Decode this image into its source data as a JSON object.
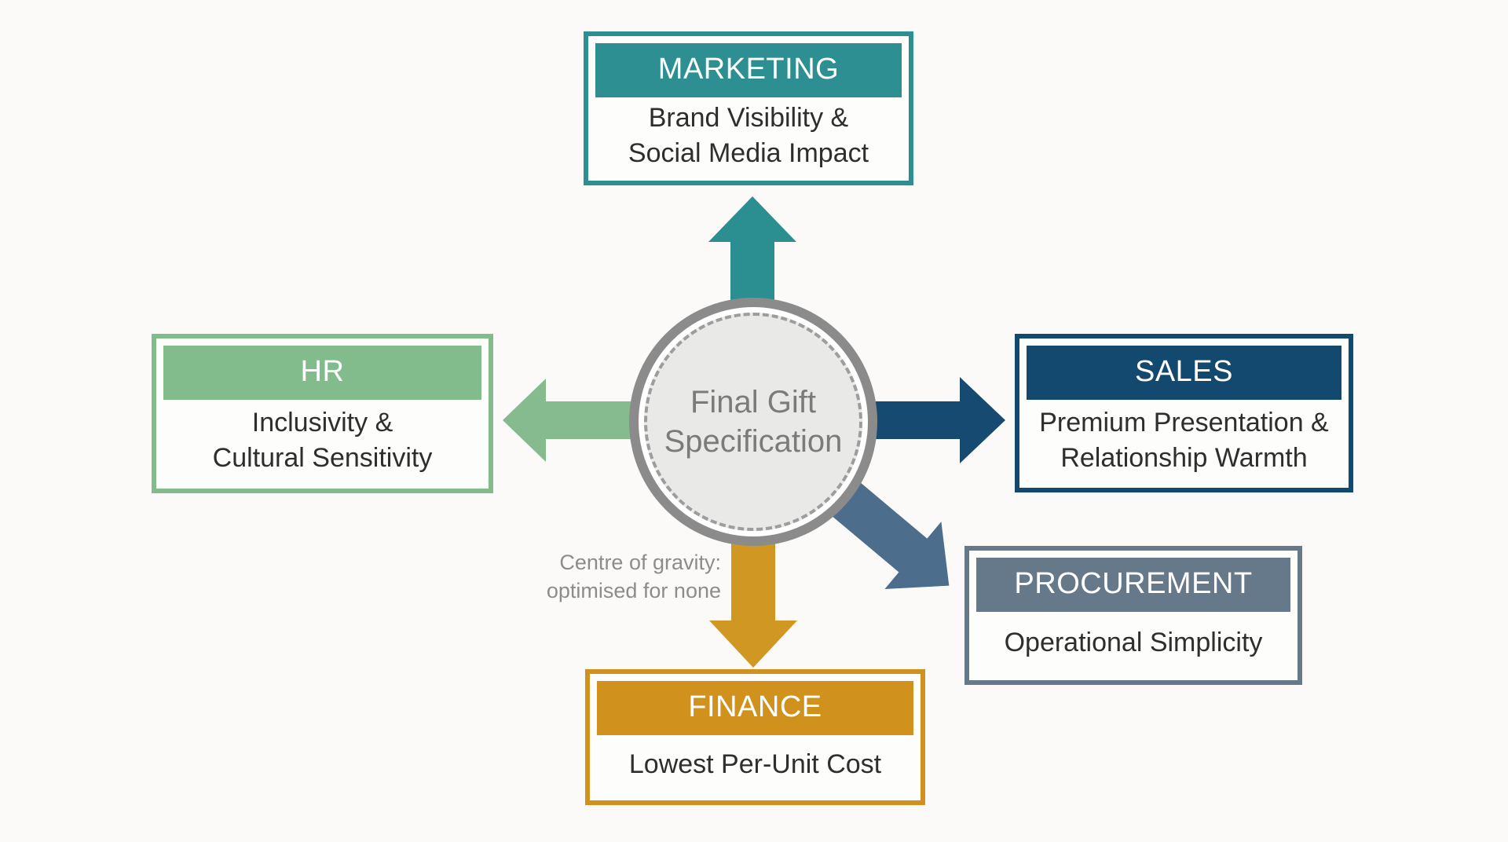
{
  "page": {
    "background_color": "#fbfaf8"
  },
  "diagram": {
    "center_circle": {
      "text": "Final Gift\nSpecification",
      "ring_color": "#8b8b8b",
      "fill_color": "#e9e9e8",
      "text_color": "#7b7b7b"
    },
    "caption": "Centre of gravity:\noptimised for none",
    "departments": [
      {
        "id": "marketing",
        "label": "MARKETING",
        "benefit": "Brand Visibility &\nSocial Media Impact",
        "color": "#2e8f92",
        "arrow_color": "#2b8e91",
        "arrow_direction": "up"
      },
      {
        "id": "hr",
        "label": "HR",
        "benefit": "Inclusivity &\nCultural Sensitivity",
        "color": "#82bb8c",
        "arrow_color": "#85bb8f",
        "arrow_direction": "left"
      },
      {
        "id": "sales",
        "label": "SALES",
        "benefit": "Premium Presentation &\nRelationship Warmth",
        "color": "#14496f",
        "arrow_color": "#164a70",
        "arrow_direction": "right"
      },
      {
        "id": "procurement",
        "label": "PROCUREMENT",
        "benefit": "Operational Simplicity",
        "color": "#66798b",
        "arrow_color": "#4c6d8c",
        "arrow_direction": "down-right"
      },
      {
        "id": "finance",
        "label": "FINANCE",
        "benefit": "Lowest Per-Unit Cost",
        "color": "#d0921c",
        "arrow_color": "#d09722",
        "arrow_direction": "down"
      }
    ]
  }
}
